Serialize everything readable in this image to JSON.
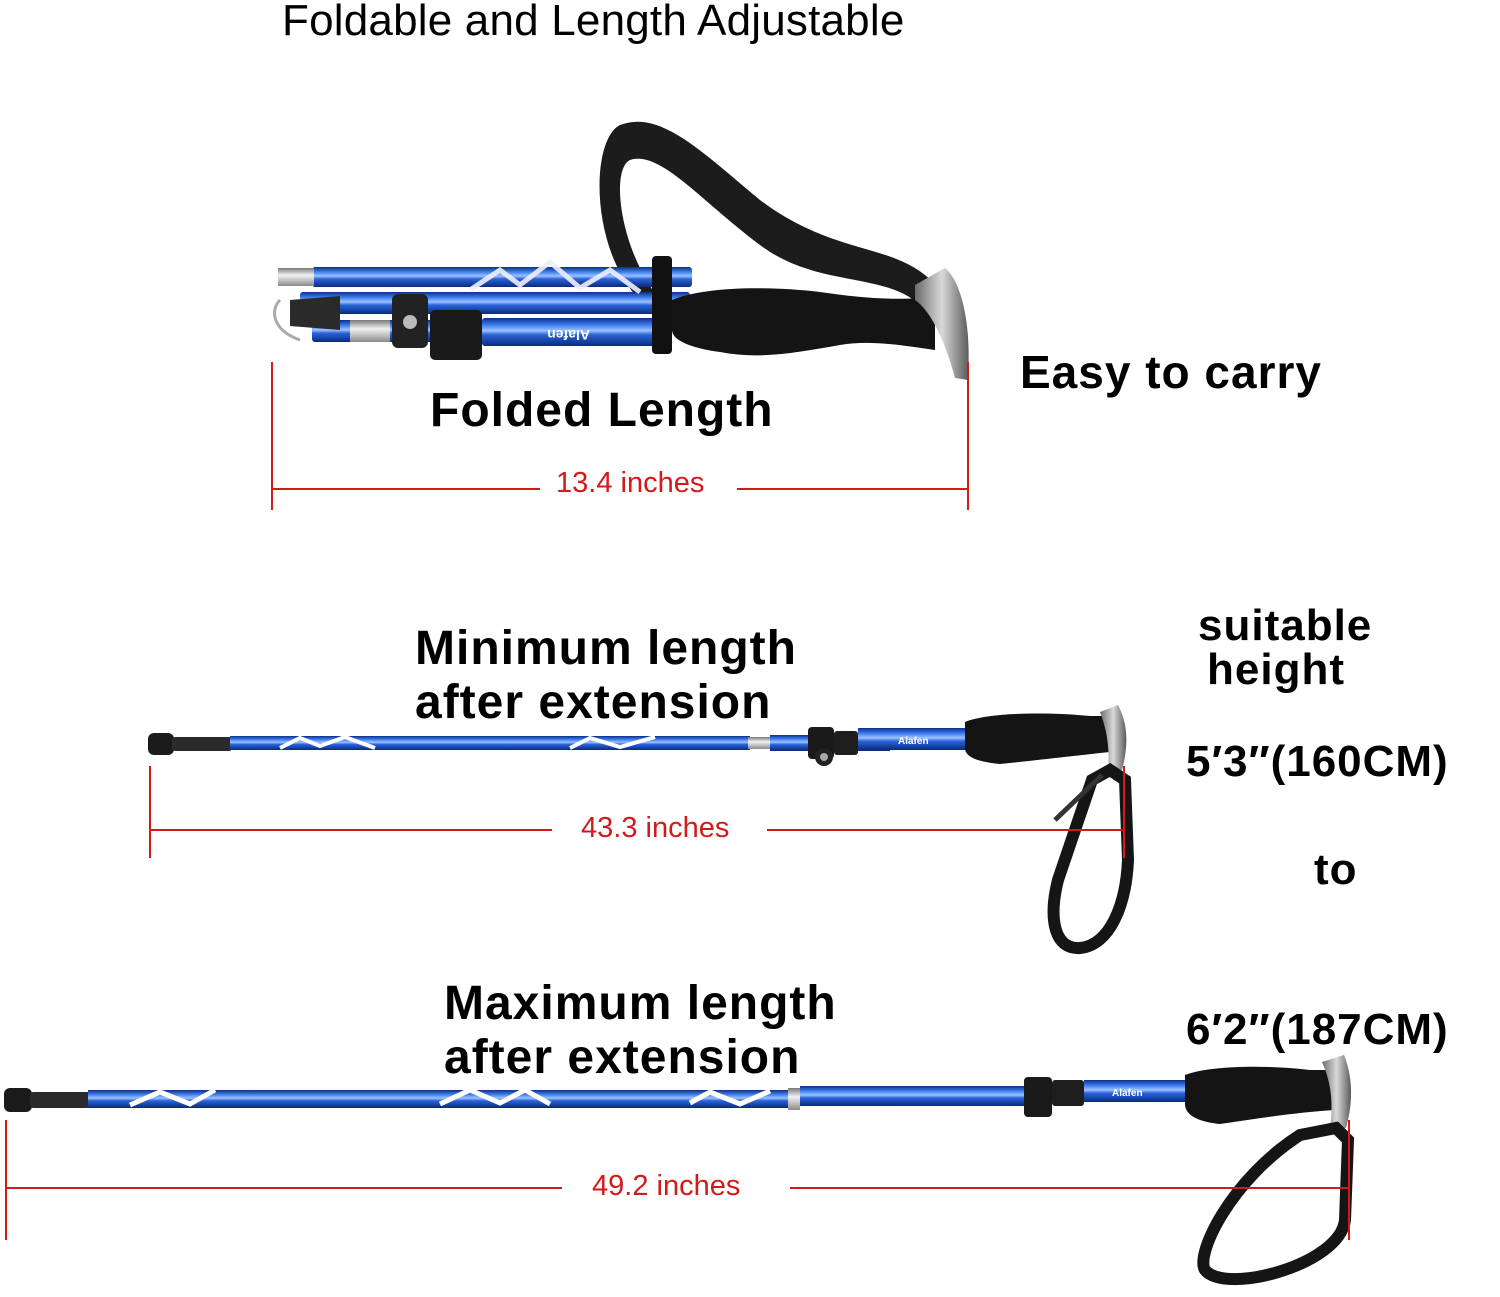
{
  "title": "Foldable and Length Adjustable",
  "folded": {
    "label": "Folded Length",
    "measurement": "13.4 inches",
    "side_label": "Easy to carry"
  },
  "minimum": {
    "label_line1": "Minimum length",
    "label_line2": "after extension",
    "measurement": "43.3 inches"
  },
  "maximum": {
    "label_line1": "Maximum length",
    "label_line2": "after extension",
    "measurement": "49.2 inches"
  },
  "suitable_height": {
    "label_line1": "suitable",
    "label_line2": "height",
    "min": "5′3″(160CM)",
    "to": "to",
    "max": "6′2″(187CM)"
  },
  "product": {
    "brand": "Alafen",
    "icons": [
      "trekking-pole-folded",
      "trekking-pole-min",
      "trekking-pole-max"
    ]
  },
  "colors": {
    "measure_red": "#d21a1a",
    "pole_blue": "#1f56c8",
    "grip_black": "#151515",
    "text_black": "#000000"
  }
}
